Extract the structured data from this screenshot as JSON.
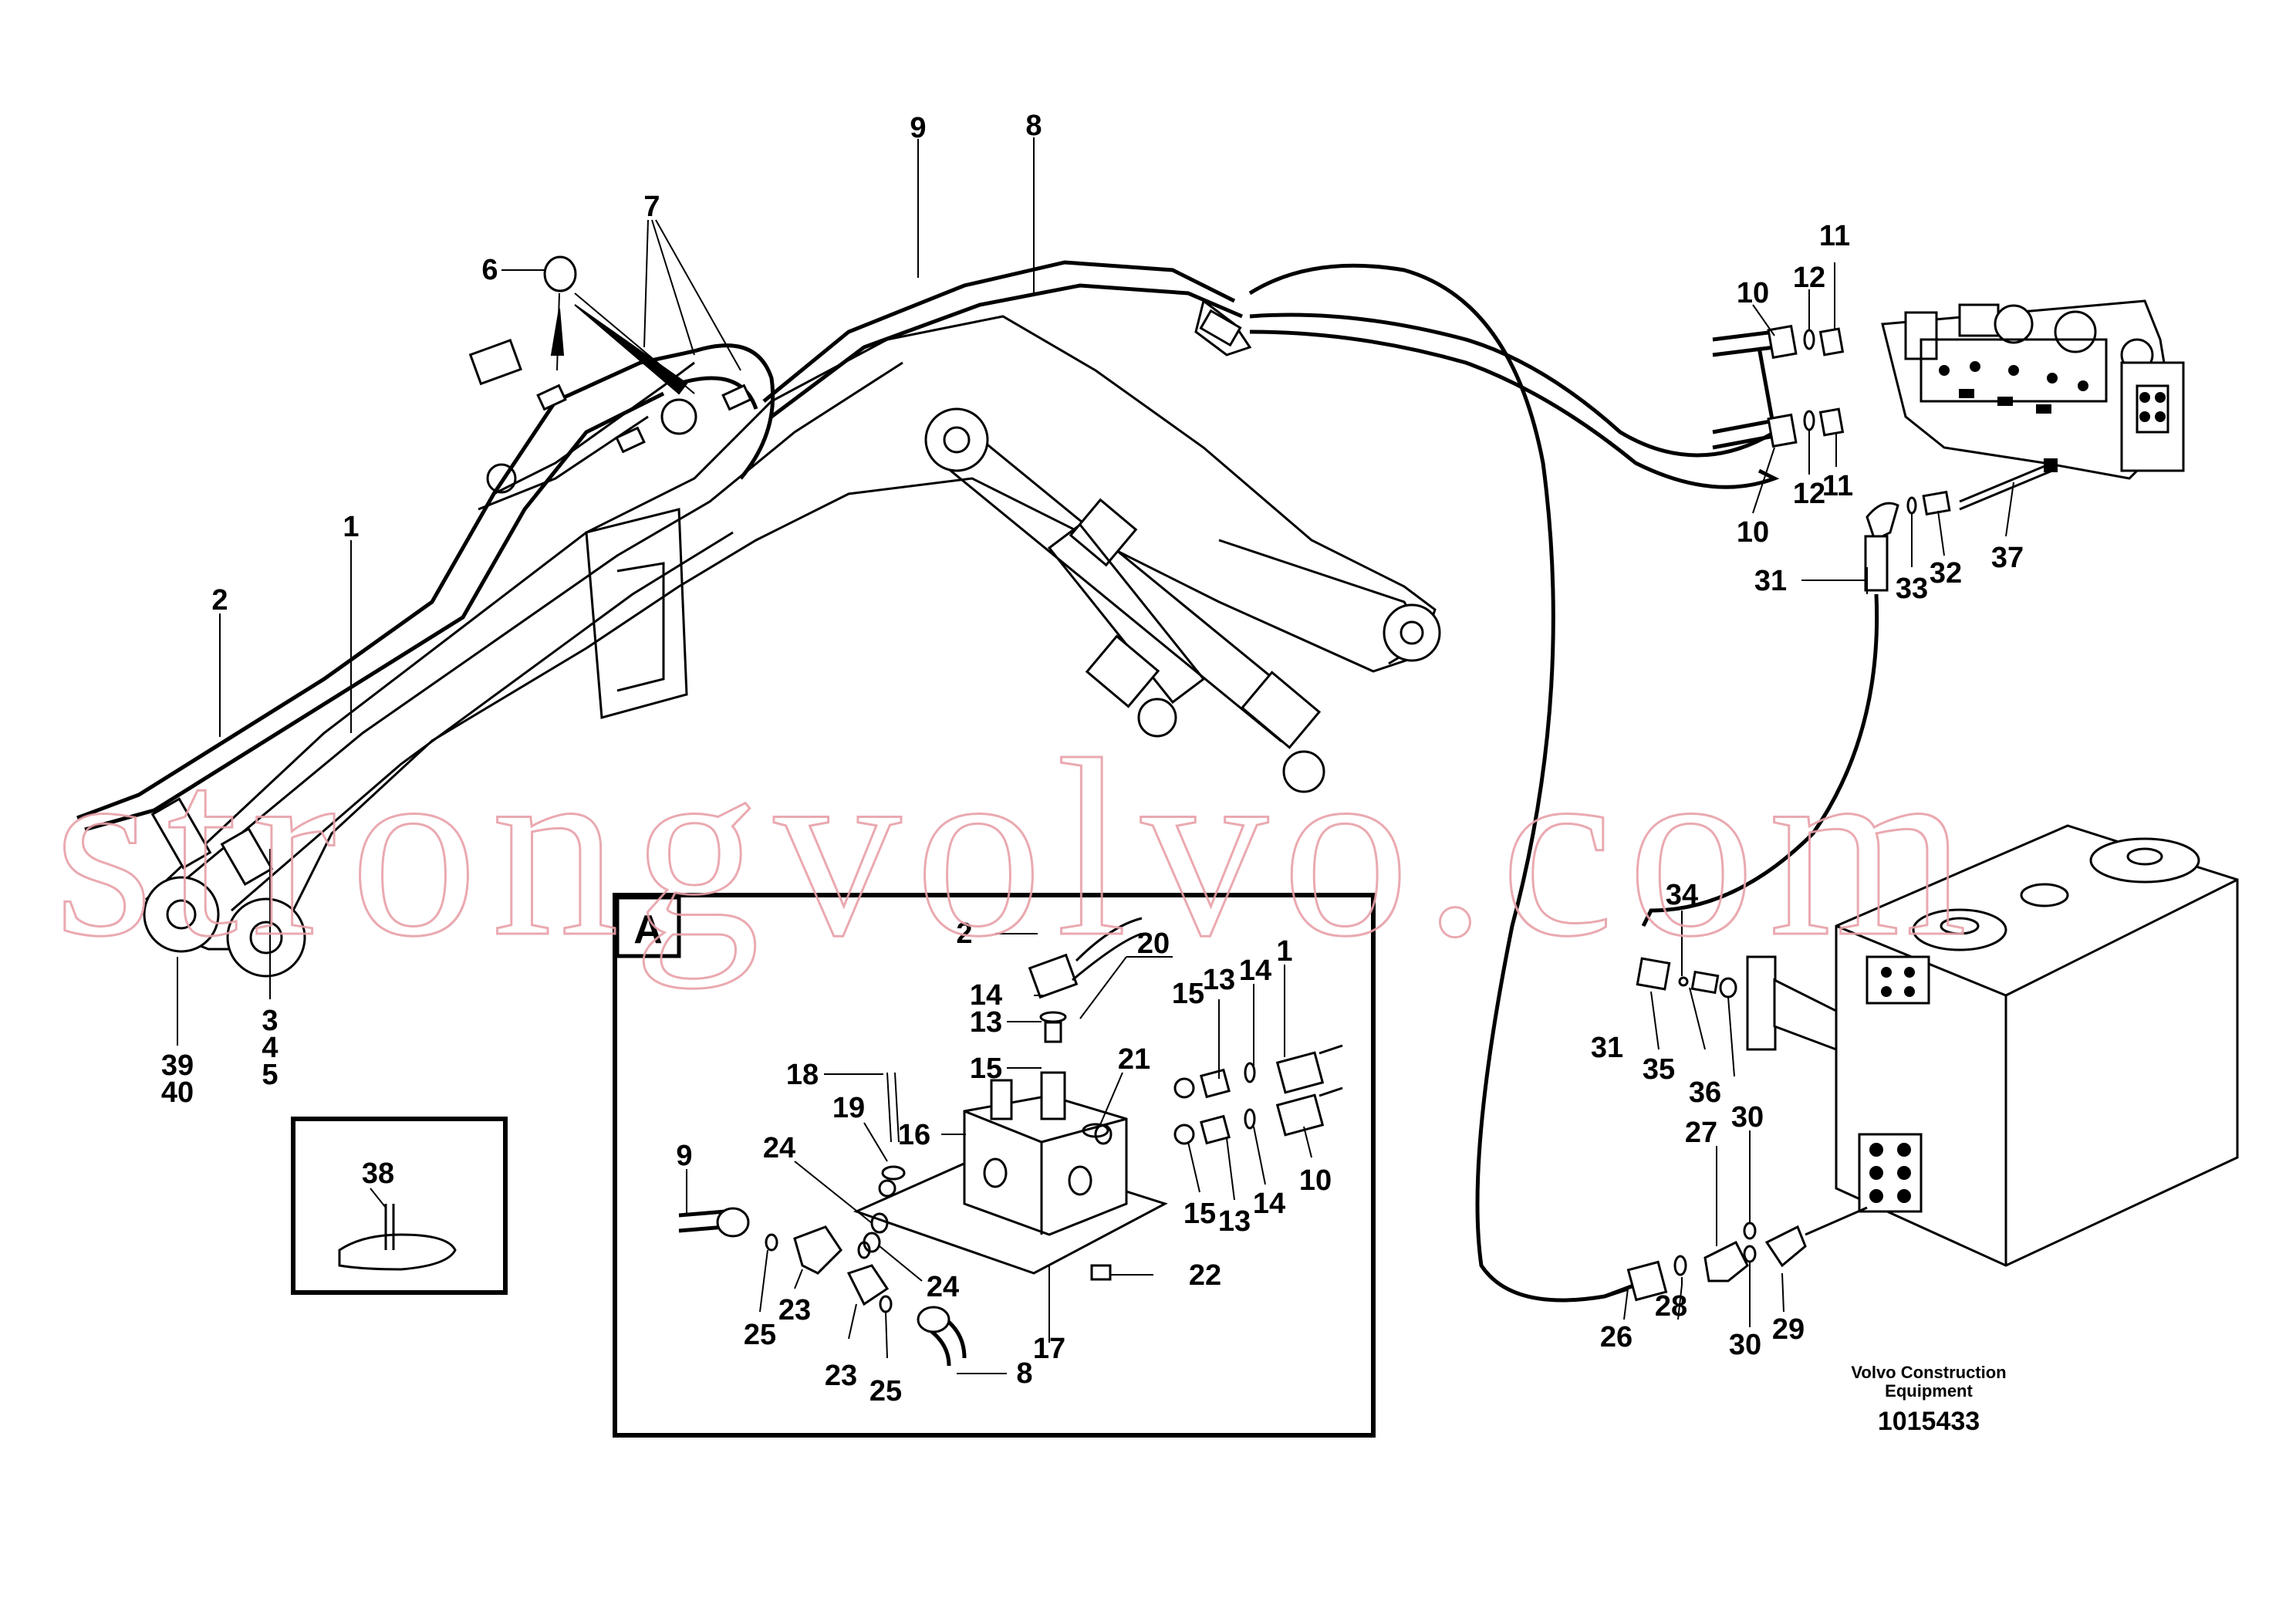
{
  "callouts": {
    "c1": "1",
    "c2": "2",
    "c3": "3",
    "c4": "4",
    "c5": "5",
    "c6": "6",
    "c7": "7",
    "c8": "8",
    "c9": "9",
    "c10a": "10",
    "c10b": "10",
    "c11a": "11",
    "c11b": "11",
    "c12a": "12",
    "c12b": "12",
    "c31a": "31",
    "c31b": "31",
    "c32": "32",
    "c33": "33",
    "c34": "34",
    "c35": "35",
    "c36": "36",
    "c37": "37",
    "c39": "39",
    "c40": "40",
    "c26": "26",
    "c27": "27",
    "c28": "28",
    "c29": "29",
    "c30a": "30",
    "c30b": "30",
    "c38": "38"
  },
  "detail_a": {
    "label": "A",
    "callouts": {
      "d2": "2",
      "d20": "20",
      "d14a": "14",
      "d13a": "13",
      "d15a": "15",
      "d18": "18",
      "d19": "19",
      "d16": "16",
      "d21": "21",
      "d13b": "13",
      "d14b": "14",
      "d1": "1",
      "d15b": "15",
      "d13c": "13",
      "d14c": "14",
      "d10": "10",
      "d9": "9",
      "d24a": "24",
      "d24b": "24",
      "d23a": "23",
      "d25a": "25",
      "d23b": "23",
      "d25b": "25",
      "d8": "8",
      "d22": "22",
      "d17": "17",
      "d15c": "15"
    }
  },
  "footer": {
    "company_line1": "Volvo Construction",
    "company_line2": "Equipment",
    "drawing_number": "1015433"
  },
  "watermark": "strongvolvo.com"
}
